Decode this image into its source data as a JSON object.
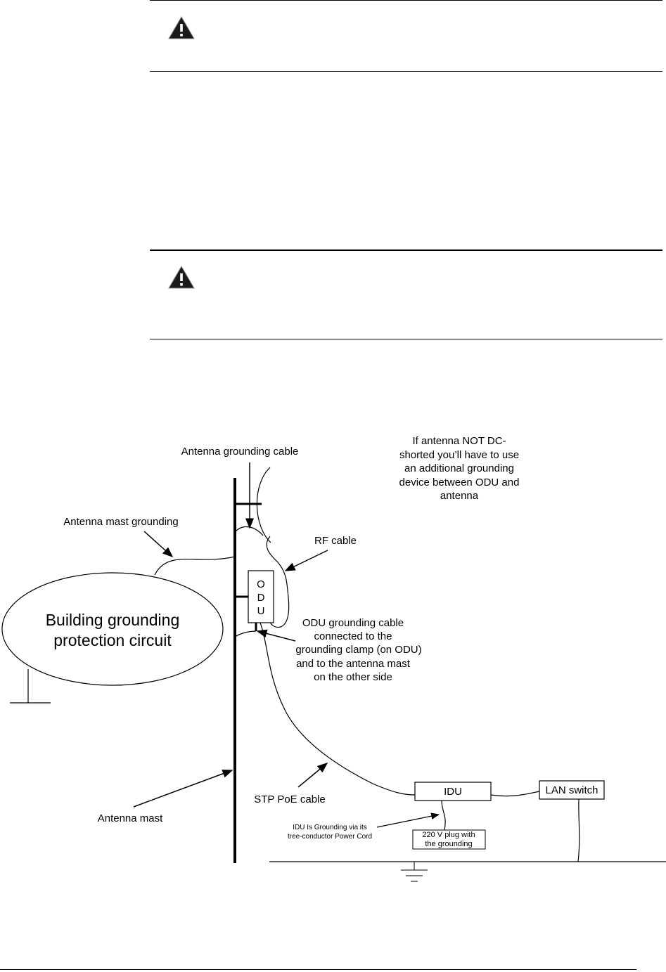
{
  "notice_boxes": [
    {
      "icon": "warning-icon",
      "text": ""
    },
    {
      "icon": "warning-icon",
      "text": ""
    }
  ],
  "diagram": {
    "labels": {
      "antenna_grounding_cable": "Antenna grounding cable",
      "antenna_note": [
        "If antenna NOT DC-",
        "shorted you’ll have to use",
        "an additional grounding",
        "device between ODU and",
        "antenna"
      ],
      "antenna_mast_grounding": "Antenna mast grounding",
      "rf_cable": "RF cable",
      "building_circuit": [
        "Building grounding",
        "protection circuit"
      ],
      "odu_letters": [
        "O",
        "D",
        "U"
      ],
      "odu_grounding_note": [
        "ODU grounding cable",
        "connected to the",
        "grounding clamp (on ODU)",
        "and to the antenna mast",
        "on the other side"
      ],
      "stp_poe_cable": "STP PoE cable",
      "antenna_mast": "Antenna mast",
      "idu": "IDU",
      "lan_switch": "LAN switch",
      "idu_grounding_note": [
        "IDU Is Grounding via its",
        "tree-conductor Power Cord"
      ],
      "plug": [
        "220 V plug with",
        "the grounding"
      ]
    }
  }
}
